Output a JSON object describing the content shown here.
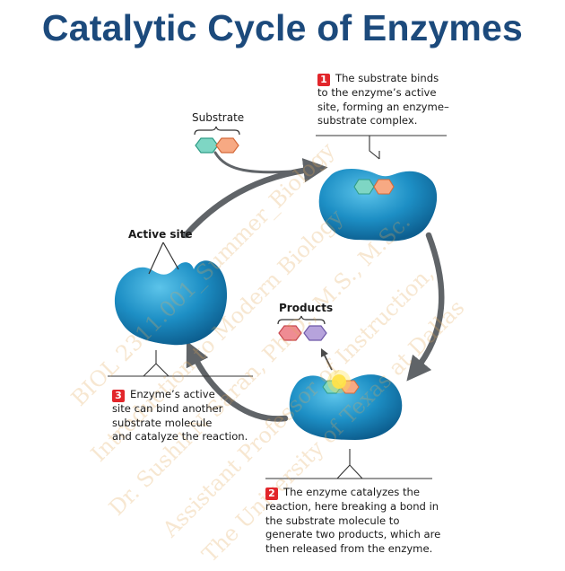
{
  "title": "Catalytic Cycle of Enzymes",
  "labels": {
    "substrate": "Substrate",
    "active_site": "Active site",
    "products": "Products"
  },
  "steps": [
    {
      "number": "1",
      "lines": [
        "The substrate binds",
        "to the enzyme’s active",
        "site, forming an enzyme–",
        "substrate complex."
      ]
    },
    {
      "number": "2",
      "lines": [
        "The enzyme catalyzes the",
        "reaction, here breaking a bond in",
        "the substrate molecule to",
        "generate two products, which are",
        "then released from the enzyme."
      ]
    },
    {
      "number": "3",
      "lines": [
        "Enzyme’s active",
        "site can bind another",
        "substrate molecule",
        "and catalyze the reaction."
      ]
    }
  ],
  "watermark": [
    "BIOL 2311.001_Summer_Biology",
    "Introduction to Modern Biology",
    "Dr. Sushil N Saran, Ph.D., M.S., M.Sc.",
    "Assistant Professor of Instruction,",
    "The University of Texas at Dallas"
  ],
  "colors": {
    "title": "#1c4a7c",
    "enzyme": "#1f8fc4",
    "arrow": "#606468",
    "step_badge": "#e2262b",
    "substrate_teal": "#7ed6c4",
    "substrate_orange": "#f7a983",
    "product_red": "#ef8c93",
    "product_purple": "#b6a3dc",
    "watermark": "#e2aa5a"
  }
}
